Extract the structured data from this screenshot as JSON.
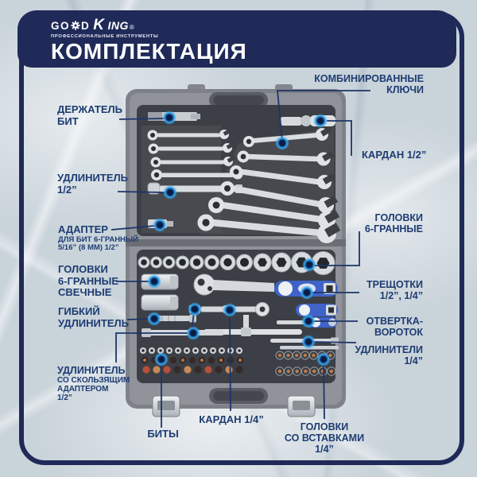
{
  "brand": {
    "good_pre": "GO",
    "good_post": "D",
    "king_initial": "K",
    "king_rest": "ING",
    "registered_mark": "®",
    "tagline": "ПРОФЕССИОНАЛЬНЫЕ ИНСТРУМЕНТЫ"
  },
  "header": {
    "title": "КОМПЛЕКТАЦИЯ"
  },
  "colors": {
    "navy": "#1f2a58",
    "label_text": "#1e3c72",
    "marker_blue": "#37a6ea",
    "case_gray": "#90939a",
    "tool_silver": "#d9dde1",
    "handle_blue": "#3f63c8"
  },
  "callouts": {
    "bit_holder": {
      "lines": [
        "ДЕРЖАТЕЛЬ",
        "БИТ"
      ]
    },
    "extension_half": {
      "lines": [
        "УДЛИНИТЕЛЬ",
        "1/2”"
      ]
    },
    "adapter": {
      "lines": [
        "АДАПТЕР",
        "ДЛЯ БИТ 6-ГРАННЫЙ",
        "5/16” (8 ММ) 1/2”"
      ]
    },
    "spark_sockets": {
      "lines": [
        "ГОЛОВКИ",
        "6-ГРАННЫЕ",
        "СВЕЧНЫЕ"
      ]
    },
    "flex_extension": {
      "lines": [
        "ГИБКИЙ",
        "УДЛИНИТЕЛЬ"
      ]
    },
    "sliding_extension": {
      "lines": [
        "УДЛИНИТЕЛЬ",
        "СО СКОЛЬЗЯЩИМ",
        "АДАПТЕРОМ",
        "1/2”"
      ]
    },
    "bits": {
      "lines": [
        "БИТЫ"
      ]
    },
    "cardan_quarter": {
      "lines": [
        "КАРДАН 1/4”"
      ]
    },
    "insert_sockets": {
      "lines": [
        "ГОЛОВКИ",
        "СО ВСТАВКАМИ",
        "1/4”"
      ]
    },
    "combo_wrenches": {
      "lines": [
        "КОМБИНИРОВАННЫЕ",
        "КЛЮЧИ"
      ]
    },
    "cardan_half": {
      "lines": [
        "КАРДАН 1/2”"
      ]
    },
    "hex_sockets": {
      "lines": [
        "ГОЛОВКИ",
        "6-ГРАННЫЕ"
      ]
    },
    "ratchets": {
      "lines": [
        "ТРЕЩОТКИ",
        "1/2”, 1/4”"
      ]
    },
    "screwdriver": {
      "lines": [
        "ОТВЕРТКА-",
        "ВОРОТОК"
      ]
    },
    "extensions_quarter": {
      "lines": [
        "УДЛИНИТЕЛИ",
        "1/4”"
      ]
    }
  }
}
